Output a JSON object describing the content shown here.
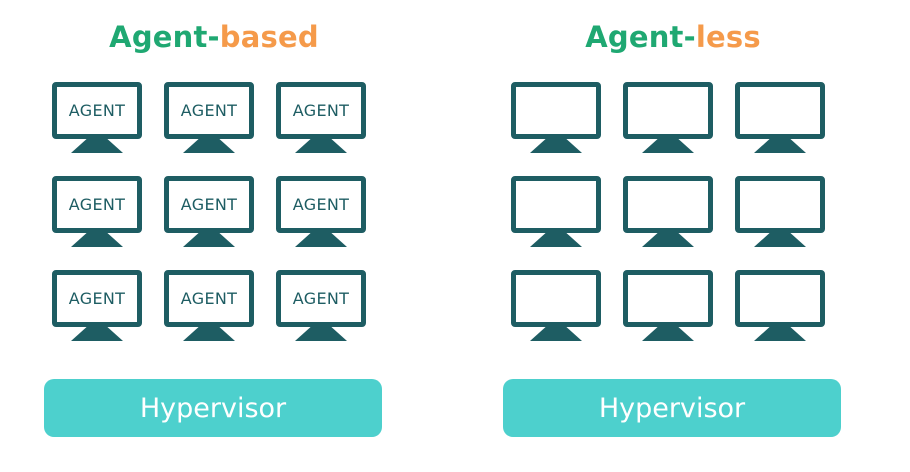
{
  "left_panel": {
    "title_main": "Agent-",
    "title_accent": "based",
    "monitors": [
      "AGENT",
      "AGENT",
      "AGENT",
      "AGENT",
      "AGENT",
      "AGENT",
      "AGENT",
      "AGENT",
      "AGENT"
    ],
    "base_label": "Hypervisor"
  },
  "right_panel": {
    "title_main": "Agent-",
    "title_accent": "less",
    "monitors": [
      "",
      "",
      "",
      "",
      "",
      "",
      "",
      "",
      ""
    ],
    "base_label": "Hypervisor"
  },
  "colors": {
    "title_green": "#1fa872",
    "title_orange": "#f59a4a",
    "monitor_frame": "#1e5d63",
    "hypervisor_bar": "#4dd0cd"
  }
}
